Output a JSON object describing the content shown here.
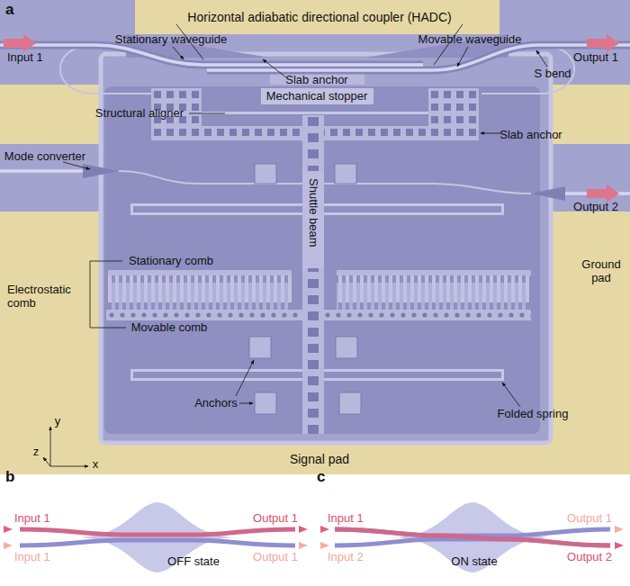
{
  "diagram": {
    "nodes": [
      {
        "text": [
          "Shuttle beam"
        ]
      }
    ],
    "labels": [
      "a",
      "Horizontal adiabatic directional coupler (HADC)",
      "Input 1",
      "Stationary waveguide",
      "Slab anchor",
      "Movable waveguide",
      "Output 1",
      "S bend",
      "Mechanical stopper",
      "Structural aligner",
      "Slab anchor",
      "Mode converter",
      "Output 2",
      "Ground pad",
      "Stationary comb",
      "Electrostatic comb",
      "Movable comb",
      "Anchors",
      "Folded spring",
      "Signal pad",
      "y",
      "z",
      "x",
      "b",
      "Input 1",
      "Output 1",
      "Input 1",
      "Output 1",
      "OFF state",
      "c",
      "Input 1",
      "Output 1",
      "Input 2",
      "Output 2",
      "ON state"
    ]
  }
}
